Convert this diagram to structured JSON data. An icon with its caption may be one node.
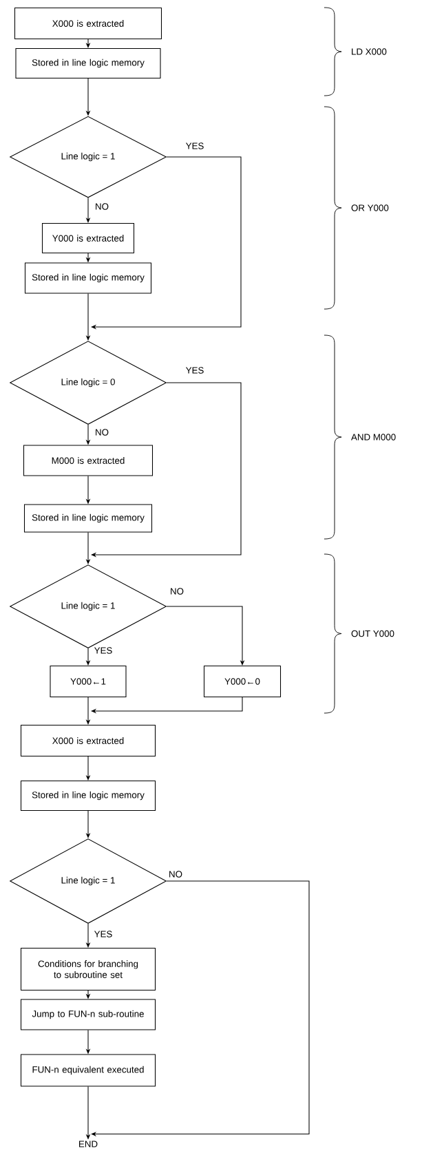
{
  "diagram": {
    "nodes": [
      {
        "text": [
          "X000 is extracted"
        ]
      },
      {
        "text": [
          "Stored in line logic memory"
        ]
      },
      {
        "text": [
          "Line logic = 1"
        ]
      },
      {
        "text": [
          "Y000 is extracted"
        ]
      },
      {
        "text": [
          "Stored in line logic memory"
        ]
      },
      {
        "text": [
          "Line logic = 0"
        ]
      },
      {
        "text": [
          "M000 is extracted"
        ]
      },
      {
        "text": [
          "Stored in line logic memory"
        ]
      },
      {
        "text": [
          "Line logic = 1"
        ]
      },
      {
        "text": [
          "Y000←1"
        ]
      },
      {
        "text": [
          "Y000←0"
        ]
      },
      {
        "text": [
          "X000 is extracted"
        ]
      },
      {
        "text": [
          "Stored in line logic memory"
        ]
      },
      {
        "text": [
          "Line logic = 1"
        ]
      },
      {
        "text": [
          "Conditions for branching to subroutine set"
        ]
      },
      {
        "text": [
          "Jump to FUN-n sub-routine"
        ]
      },
      {
        "text": [
          "FUN-n equivalent executed"
        ]
      },
      {
        "text": [
          "END"
        ]
      }
    ],
    "edges": [
      {
        "from": 0,
        "to": 1,
        "arrow": "to"
      },
      {
        "from": 1,
        "to": 2,
        "arrow": "to"
      },
      {
        "from": 2,
        "to": 3,
        "arrow": "to",
        "label": "NO"
      },
      {
        "from": 3,
        "to": 4,
        "arrow": "to"
      },
      {
        "from": 4,
        "to": 5,
        "arrow": "to"
      },
      {
        "from": 2,
        "to": 5,
        "arrow": "to",
        "label": "YES"
      },
      {
        "from": 5,
        "to": 6,
        "arrow": "to",
        "label": "NO"
      },
      {
        "from": 6,
        "to": 7,
        "arrow": "to"
      },
      {
        "from": 7,
        "to": 8,
        "arrow": "to"
      },
      {
        "from": 5,
        "to": 8,
        "arrow": "to",
        "label": "YES"
      },
      {
        "from": 8,
        "to": 9,
        "arrow": "to",
        "label": "YES"
      },
      {
        "from": 8,
        "to": 10,
        "arrow": "to",
        "label": "NO"
      },
      {
        "from": 9,
        "to": 11,
        "arrow": "to"
      },
      {
        "from": 10,
        "to": 11,
        "arrow": "to"
      },
      {
        "from": 11,
        "to": 12,
        "arrow": "to"
      },
      {
        "from": 12,
        "to": 13,
        "arrow": "to"
      },
      {
        "from": 13,
        "to": 14,
        "arrow": "to",
        "label": "YES"
      },
      {
        "from": 14,
        "to": 15,
        "arrow": "to"
      },
      {
        "from": 15,
        "to": 16,
        "arrow": "to"
      },
      {
        "from": 16,
        "to": 17,
        "arrow": "to"
      },
      {
        "from": 13,
        "to": 17,
        "arrow": "to",
        "label": "NO"
      }
    ],
    "labels": [
      "LD X000",
      "OR Y000",
      "AND M000",
      "OUT Y000"
    ]
  }
}
